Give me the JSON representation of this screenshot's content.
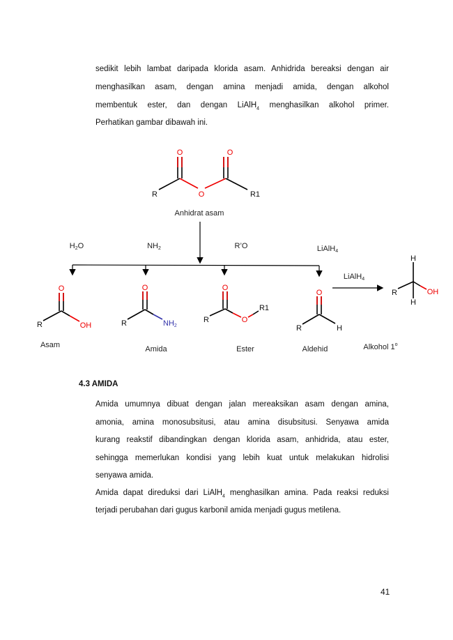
{
  "intro_lines": [
    "sedikit lebih lambat daripada klorida asam. Anhidrida bereaksi dengan air",
    "menghasilkan asam, dengan amina menjadi amida, dengan alkohol",
    [
      "membentuk ester, dan dengan LiAlH",
      "4",
      " menghasilkan alkohol primer."
    ],
    "Perhatikan gambar dibawah ini."
  ],
  "diagram": {
    "anhydride": {
      "label": "Anhidrat asam",
      "R": "R",
      "R1": "R1",
      "O": "O"
    },
    "reagents": {
      "h2o": [
        "H",
        "2",
        "O"
      ],
      "nh2": [
        "NH",
        "2"
      ],
      "ro": "R’O",
      "lialh4": [
        "LiAlH",
        "4"
      ],
      "lialh4_arrow": [
        "LiAlH",
        "4"
      ]
    },
    "products": {
      "asam": {
        "label": "Asam",
        "R": "R",
        "O": "O",
        "OH": "OH"
      },
      "amida": {
        "label": "Amida",
        "R": "R",
        "O": "O",
        "NH2": [
          "NH",
          "2"
        ]
      },
      "ester": {
        "label": "Ester",
        "R": "R",
        "O": "O",
        "R1": "R1"
      },
      "aldehid": {
        "label": "Aldehid",
        "R": "R",
        "O": "O",
        "H": "H"
      },
      "alkohol": {
        "label": [
          "Alkohol 1",
          "o"
        ],
        "R": "R",
        "H": "H",
        "OH": "OH"
      }
    },
    "colors": {
      "oxygen": "#e00000",
      "nitrogen": "#3333aa",
      "bond": "#000000"
    }
  },
  "section": {
    "heading": "4.3 AMIDA",
    "lines": [
      "Amida umumnya dibuat dengan jalan mereaksikan asam dengan amina,",
      "amonia, amina monosubsitusi, atau amina disubsitusi. Senyawa amida",
      "kurang reakstif dibandingkan dengan klorida asam, anhidrida, atau ester,",
      "sehingga memerlukan kondisi yang lebih kuat untuk melakukan hidrolisi",
      "senyawa amida.",
      [
        "Amida dapat direduksi dari LiAlH",
        "4",
        " menghasilkan amina. Pada reaksi reduksi"
      ],
      "terjadi perubahan dari gugus karbonil amida menjadi gugus metilena."
    ]
  },
  "page_number": "41"
}
